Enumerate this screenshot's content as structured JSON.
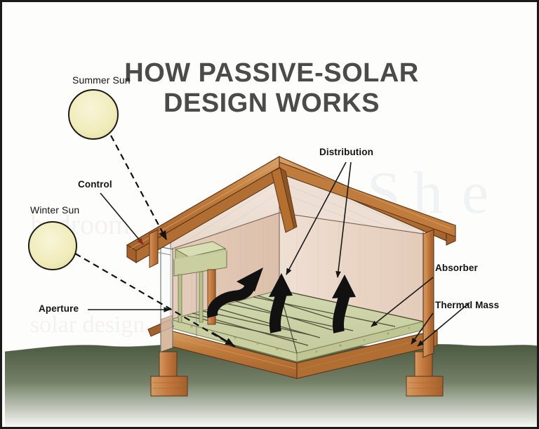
{
  "diagram": {
    "title_line1": "HOW PASSIVE-SOLAR",
    "title_line2": "DESIGN WORKS",
    "title_color": "#4b4b4b",
    "background_color": "#fdfdfc",
    "border_color": "#1a1a1a"
  },
  "labels": {
    "summer_sun": "Summer Sun",
    "winter_sun": "Winter Sun",
    "control": "Control",
    "aperture": "Aperture",
    "distribution": "Distribution",
    "absorber": "Absorber",
    "thermal_mass": "Thermal Mass"
  },
  "colors": {
    "sun_fill": "#f2eec0",
    "sun_stroke": "#1c1c14",
    "beam_wood": "#c07c3c",
    "beam_wood_dark": "#a4612c",
    "beam_wood_light": "#d69a5c",
    "post_wood": "#c47a3f",
    "wall_back": "#ead6c6",
    "wall_side": "#e0c7b4",
    "ceiling": "#f0e3da",
    "floor_mass": "#cdd3a8",
    "floor_mass_edge": "#b9bf8d",
    "grid_line": "#4a4a38",
    "control_box": "#c6cc9a",
    "control_box_top": "#d7dcb2",
    "ground": "#4d5c42",
    "arrow_black": "#111111",
    "leader_line": "#181818",
    "glass": "#f7f9fa"
  },
  "elements": {
    "sun_count": 2,
    "airflow_arrow_count": 3,
    "solar_ray_count": 2,
    "pier_count": 2,
    "floor_grid_type": "tiled thermal mass slab"
  }
}
